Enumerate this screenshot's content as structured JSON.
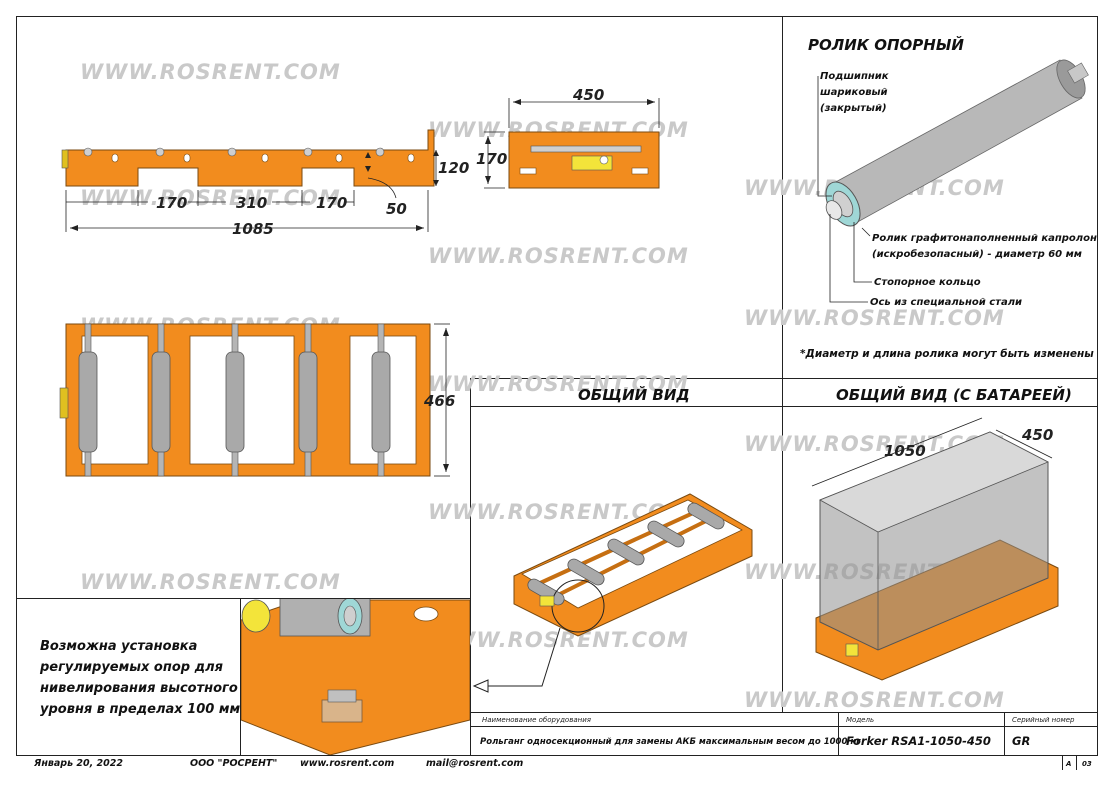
{
  "watermark": "WWW.ROSRENT.COM",
  "dims": {
    "d170a": "170",
    "d310": "310",
    "d170b": "170",
    "d50": "50",
    "d1085": "1085",
    "d120": "120",
    "d450": "450",
    "d170c": "170",
    "d466": "466",
    "d1050": "1050",
    "d450b": "450"
  },
  "roller": {
    "title": "РОЛИК ОПОРНЫЙ",
    "bearing_l1": "Подшипник",
    "bearing_l2": "шариковый",
    "bearing_l3": "(закрытый)",
    "roller_l1": "Ролик графитонаполненный капролон",
    "roller_l2": "(искробезопасный) - диаметр 60 мм",
    "ring": "Стопорное кольцо",
    "axle": "Ось из специальной стали",
    "note": "*Диаметр и длина ролика могут быть изменены"
  },
  "views": {
    "general": "ОБЩИЙ ВИД",
    "with_battery": "ОБЩИЙ ВИД (С БАТАРЕЕЙ)"
  },
  "detail_text": {
    "l1": "Возможна установка",
    "l2": "регулируемых опор для",
    "l3": "нивелирования высотного",
    "l4": "уровня в пределах 100 мм"
  },
  "title_block": {
    "name_label": "Наименование оборудования",
    "name_value": "Рольганг односекционный для замены АКБ максимальным весом до 1000 кг",
    "model_label": "Модель",
    "model_value": "Forker RSA1-1050-450",
    "serial_label": "Серийный номер",
    "serial_value": "GR",
    "sheet_a": "А",
    "sheet_num": "03"
  },
  "footer": {
    "date": "Январь 20, 2022",
    "company": "ООО \"РОСРЕНТ\"",
    "site": "www.rosrent.com",
    "mail": "mail@rosrent.com"
  },
  "colors": {
    "orange": "#f28c1e",
    "roller": "#a9a9a9",
    "battery": "#8f8f8f"
  }
}
